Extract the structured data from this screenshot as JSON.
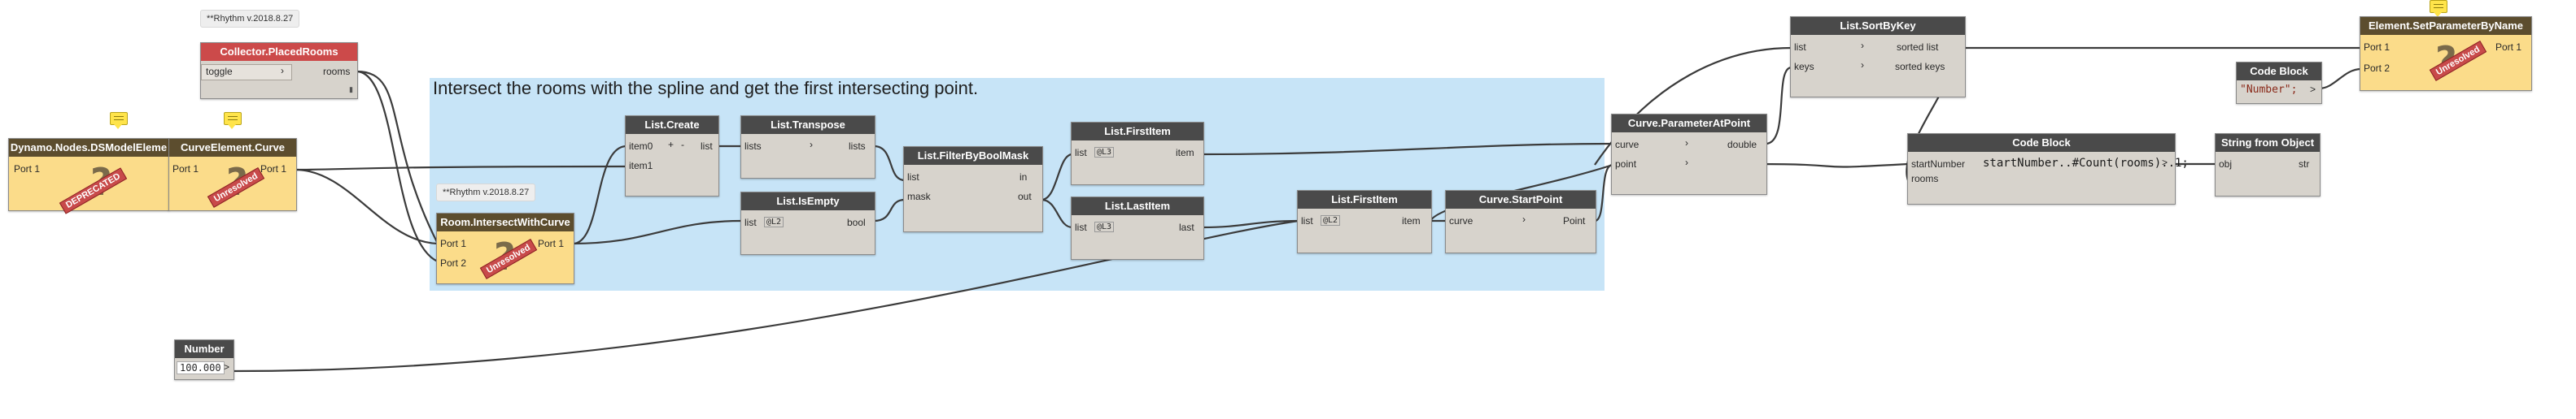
{
  "group": {
    "title": "Intersect the rooms with the spline and get the first intersecting point."
  },
  "notes": [
    {
      "text": "**Rhythm v.2018.8.27"
    },
    {
      "text": "**Rhythm v.2018.8.27"
    }
  ],
  "stamps": {
    "deprecated": "DEPRECATED",
    "unresolved": "Unresolved"
  },
  "lacing": ">",
  "nodes": {
    "collector": {
      "title": "Collector.PlacedRooms",
      "in": "toggle",
      "out": "rooms"
    },
    "dsmodel": {
      "title": "Dynamo.Nodes.DSModelEleme",
      "out": "Port 1"
    },
    "curveelement": {
      "title": "CurveElement.Curve",
      "in": "Port 1",
      "out": "Port 1"
    },
    "intersect": {
      "title": "Room.IntersectWithCurve",
      "in1": "Port 1",
      "in2": "Port 2",
      "out": "Port 1"
    },
    "listcreate": {
      "title": "List.Create",
      "in1": "item0",
      "in2": "item1",
      "plus": "+",
      "minus": "-",
      "out": "list"
    },
    "transpose": {
      "title": "List.Transpose",
      "in": "lists",
      "out": "lists"
    },
    "isempty": {
      "title": "List.IsEmpty",
      "in": "list",
      "level": "@L2",
      "out": "bool"
    },
    "filter": {
      "title": "List.FilterByBoolMask",
      "in1": "list",
      "in2": "mask",
      "out1": "in",
      "out2": "out"
    },
    "firstitem1": {
      "title": "List.FirstItem",
      "in": "list",
      "level": "@L3",
      "out": "item"
    },
    "lastitem": {
      "title": "List.LastItem",
      "in": "list",
      "level": "@L3",
      "out": "last"
    },
    "firstitem2": {
      "title": "List.FirstItem",
      "in": "list",
      "level": "@L2",
      "out": "item"
    },
    "startpoint": {
      "title": "Curve.StartPoint",
      "in": "curve",
      "out": "Point"
    },
    "paramatpoint": {
      "title": "Curve.ParameterAtPoint",
      "in1": "curve",
      "in2": "point",
      "out": "double"
    },
    "sortbykey": {
      "title": "List.SortByKey",
      "in1": "list",
      "in2": "keys",
      "out1": "sorted list",
      "out2": "sorted keys"
    },
    "codeblock1": {
      "title": "Code Block",
      "in1": "startNumber",
      "in2": "rooms",
      "code": "startNumber..#Count(rooms)..1;"
    },
    "codeblock2": {
      "title": "Code Block",
      "code": "\"Number\";"
    },
    "stringfrom": {
      "title": "String from Object",
      "in": "obj",
      "out": "str"
    },
    "setparam": {
      "title": "Element.SetParameterByName",
      "in1": "Port 1",
      "in2": "Port 2",
      "out": "Port 1"
    },
    "number": {
      "title": "Number",
      "value": "100.000"
    }
  }
}
